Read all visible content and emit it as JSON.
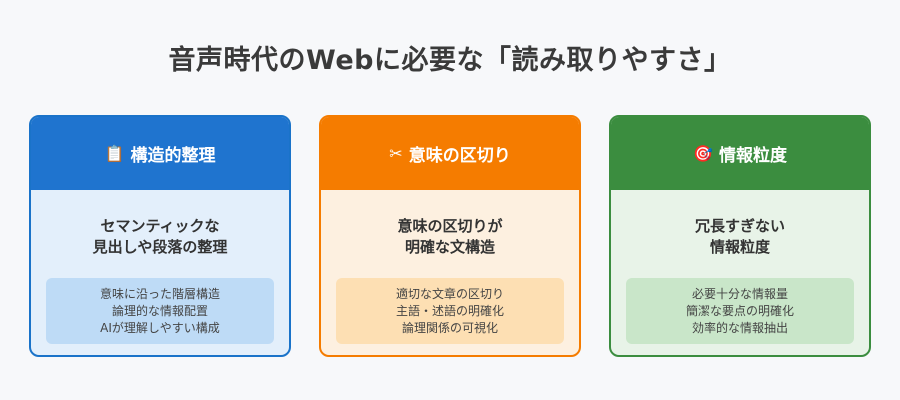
{
  "title": "音声時代のWebに必要な「読み取りやすさ」",
  "cards": [
    {
      "icon": "📋",
      "icon_name": "clipboard-icon",
      "header": "構造的整理",
      "subtitle": [
        "セマンティックな",
        "見出しや段落の整理"
      ],
      "points": [
        "意味に沿った階層構造",
        "論理的な情報配置",
        "AIが理解しやすい構成"
      ],
      "color": "#1f74cf"
    },
    {
      "icon": "✂",
      "icon_name": "scissors-icon",
      "header": "意味の区切り",
      "subtitle": [
        "意味の区切りが",
        "明確な文構造"
      ],
      "points": [
        "適切な文章の区切り",
        "主語・述語の明確化",
        "論理関係の可視化"
      ],
      "color": "#f57c00"
    },
    {
      "icon": "🎯",
      "icon_name": "target-icon",
      "header": "情報粒度",
      "subtitle": [
        "冗長すぎない",
        "情報粒度"
      ],
      "points": [
        "必要十分な情報量",
        "簡潔な要点の明確化",
        "効率的な情報抽出"
      ],
      "color": "#3b8d3f"
    }
  ]
}
